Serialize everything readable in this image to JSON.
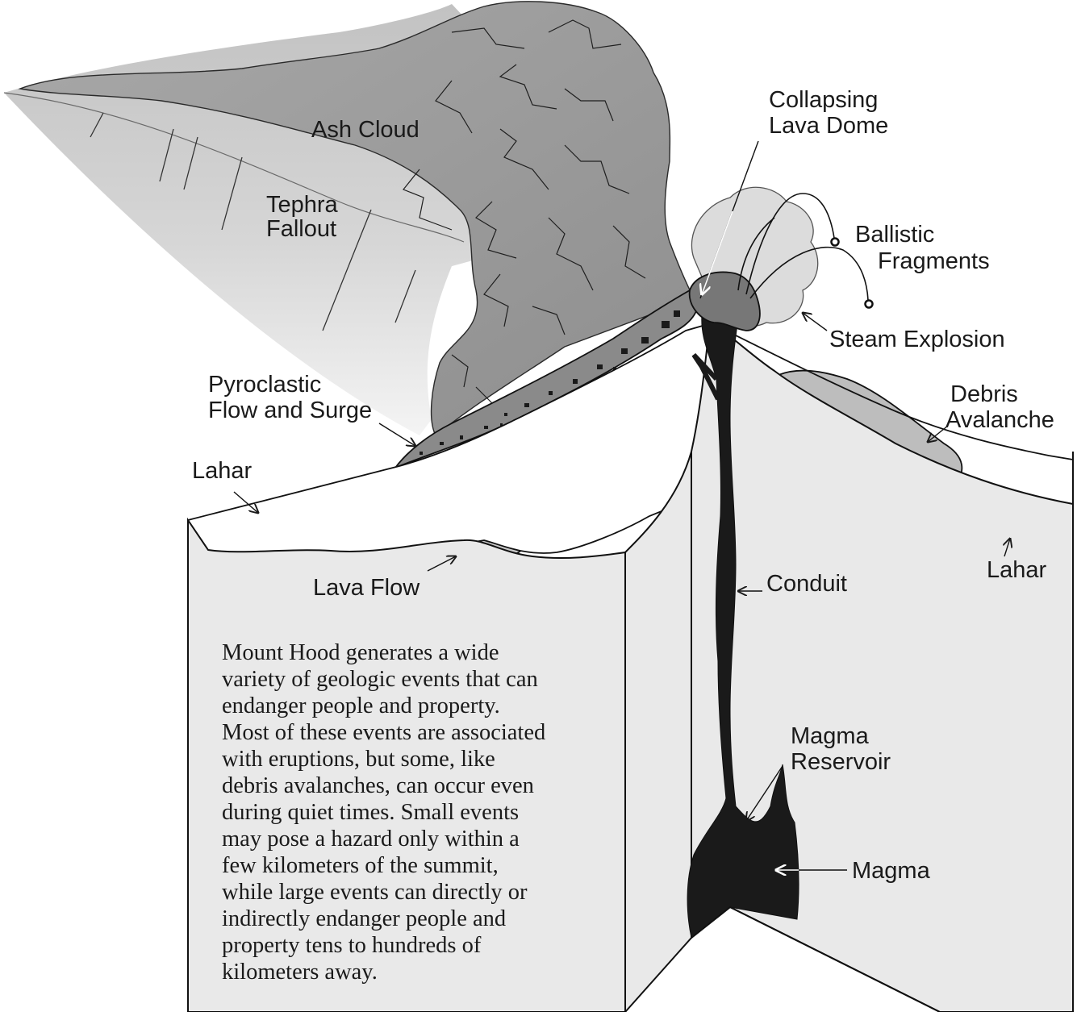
{
  "diagram": {
    "labels": {
      "ash_cloud": "Ash Cloud",
      "tephra_fallout": [
        "Tephra",
        "Fallout"
      ],
      "collapsing_lava_dome": [
        "Collapsing",
        "Lava Dome"
      ],
      "ballistic_fragments": [
        "Ballistic",
        "Fragments"
      ],
      "steam_explosion": "Steam Explosion",
      "pyroclastic_flow": [
        "Pyroclastic",
        "Flow and Surge"
      ],
      "debris_avalanche": [
        "Debris",
        "Avalanche"
      ],
      "lahar_left": "Lahar",
      "lahar_right": "Lahar",
      "lava_flow": "Lava Flow",
      "conduit": "Conduit",
      "magma_reservoir": [
        "Magma",
        "Reservoir"
      ],
      "magma": "Magma"
    },
    "description_lines": [
      "Mount Hood generates a wide",
      "variety of geologic events that can",
      "endanger people and property.",
      "Most of these events are associated",
      "with eruptions, but some, like",
      "debris avalanches, can occur even",
      "during quiet times. Small events",
      "may pose a hazard only within a",
      "few kilometers of the summit,",
      "while large events can directly or",
      "indirectly endanger people and",
      "property tens to hundreds of",
      "kilometers away."
    ]
  }
}
